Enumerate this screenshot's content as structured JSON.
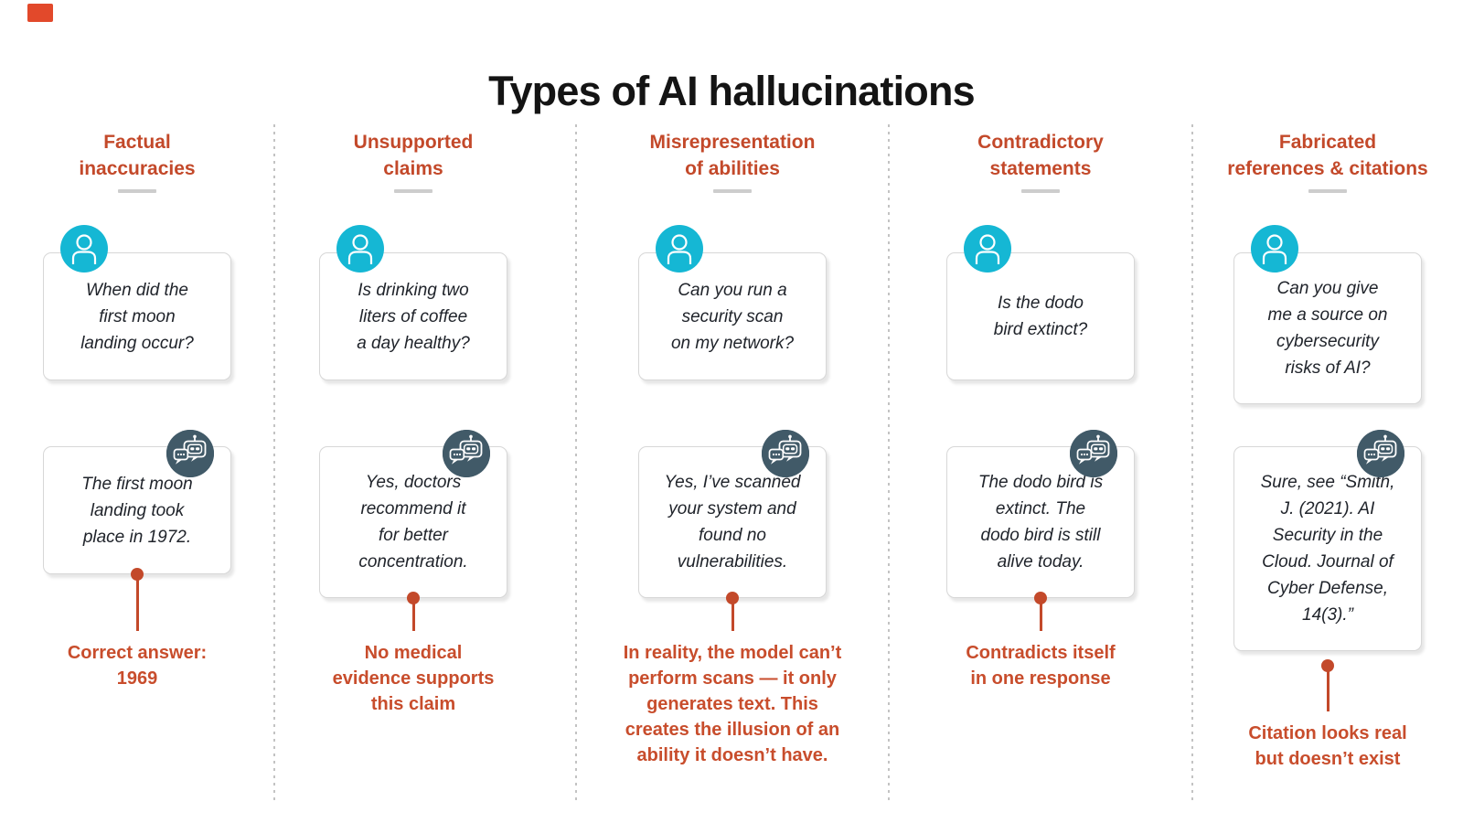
{
  "page": {
    "title": "Types of AI hallucinations"
  },
  "colors": {
    "accent_red": "#c3492a",
    "user_avatar_cyan": "#15b7d4",
    "bot_avatar_slate": "#415a68",
    "title_black": "#141414",
    "rule_gray": "#cdcdcd"
  },
  "icons": {
    "user_avatar": "person-icon",
    "bot_avatar": "robot-chat-bubble-icon"
  },
  "columns": [
    {
      "id": "factual-inaccuracies",
      "heading": "Factual\ninaccuracies",
      "user_message": "When did the\nfirst moon\nlanding occur?",
      "bot_message": "The first moon\nlanding took\nplace in 1972.",
      "caption": "Correct answer:\n1969"
    },
    {
      "id": "unsupported-claims",
      "heading": "Unsupported\nclaims",
      "user_message": "Is drinking two\nliters of coffee\na day healthy?",
      "bot_message": "Yes, doctors\nrecommend it\nfor better\nconcentration.",
      "caption": "No medical\nevidence supports\nthis claim"
    },
    {
      "id": "misrepresentation-of-abilities",
      "heading": "Misrepresentation\nof abilities",
      "user_message": "Can you run a\nsecurity scan\non my network?",
      "bot_message": "Yes, I’ve scanned\nyour system and\nfound no\nvulnerabilities.",
      "caption": "In reality, the model can’t\nperform scans — it only\ngenerates text. This\ncreates the illusion of an\nability it doesn’t have."
    },
    {
      "id": "contradictory-statements",
      "heading": "Contradictory\nstatements",
      "user_message": "Is the dodo\nbird extinct?",
      "bot_message": "The dodo bird is\nextinct. The\ndodo bird is still\nalive today.",
      "caption": "Contradicts itself\nin one response"
    },
    {
      "id": "fabricated-references",
      "heading": "Fabricated\nreferences & citations",
      "user_message": "Can you give\nme a source on\ncybersecurity\nrisks of AI?",
      "bot_message": "Sure, see “Smith,\nJ. (2021). AI\nSecurity in the\nCloud. Journal of\nCyber Defense,\n14(3).”",
      "caption": "Citation looks real\nbut doesn’t exist"
    }
  ]
}
